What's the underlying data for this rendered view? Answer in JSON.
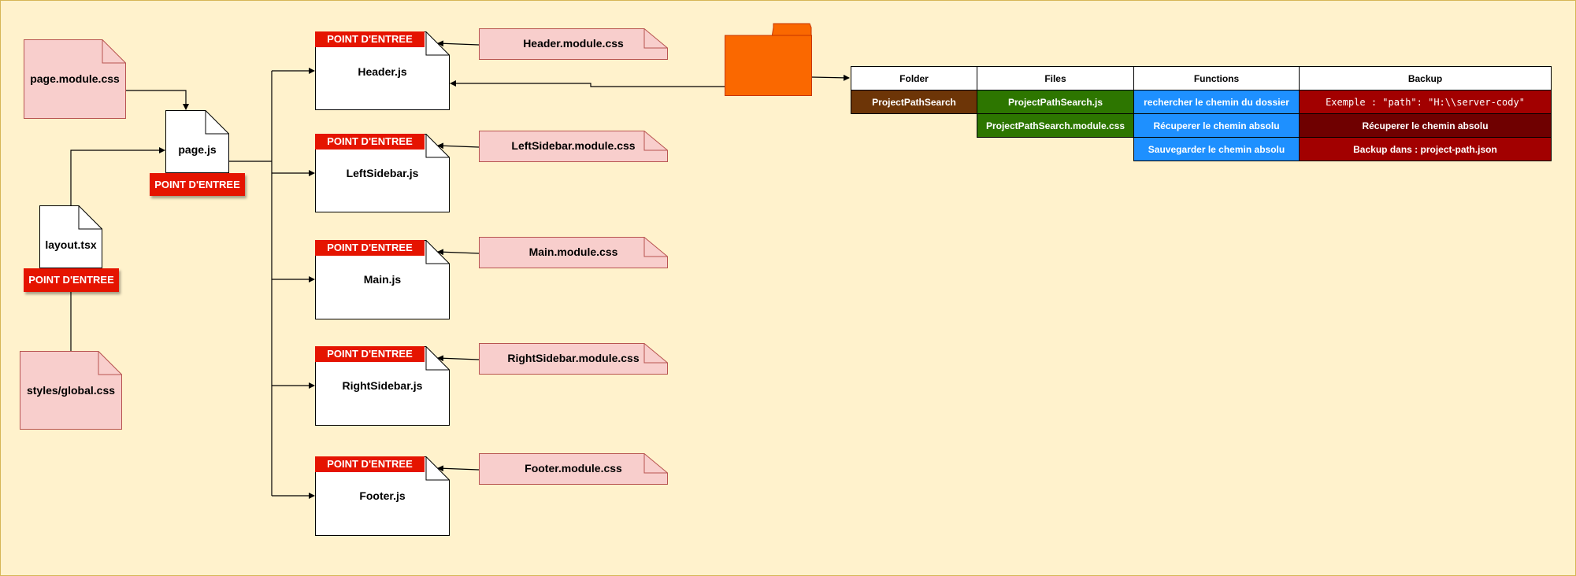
{
  "diagram": {
    "entry_label": "POINT D'ENTREE",
    "layout_file": "layout.tsx",
    "global_styles": "styles/global.css",
    "page_file": "page.js",
    "page_styles": "page.module.css",
    "components": [
      {
        "js": "Header.js",
        "css": "Header.module.css"
      },
      {
        "js": "LeftSidebar.js",
        "css": "LeftSidebar.module.css"
      },
      {
        "js": "Main.js",
        "css": "Main.module.css"
      },
      {
        "js": "RightSidebar.js",
        "css": "RightSidebar.module.css"
      },
      {
        "js": "Footer.js",
        "css": "Footer.module.css"
      }
    ]
  },
  "table": {
    "headers": {
      "folder": "Folder",
      "files": "Files",
      "functions": "Functions",
      "backup": "Backup"
    },
    "folder": "ProjectPathSearch",
    "files": [
      "ProjectPathSearch.js",
      "ProjectPathSearch.module.css"
    ],
    "functions": [
      "rechercher le chemin du dossier",
      "Récuperer le chemin absolu",
      "Sauvegarder le chemin absolu"
    ],
    "backup": [
      "Exemple : \"path\": \"H:\\\\server-cody\"",
      "Récuperer le chemin absolu",
      "Backup dans : project-path.json"
    ]
  },
  "colors": {
    "background": "#fff2cc",
    "entry_tag": "#e51400",
    "css_note_fill": "#f8cecc",
    "css_note_stroke": "#b85450",
    "folder_icon": "#fa6800",
    "folder_cell": "#6d3507",
    "files_cell": "#2d7600",
    "functions_cell": "#1e90ff",
    "backup_cell_1": "#a20000",
    "backup_cell_2": "#6f0000",
    "backup_cell_3": "#a20000"
  }
}
